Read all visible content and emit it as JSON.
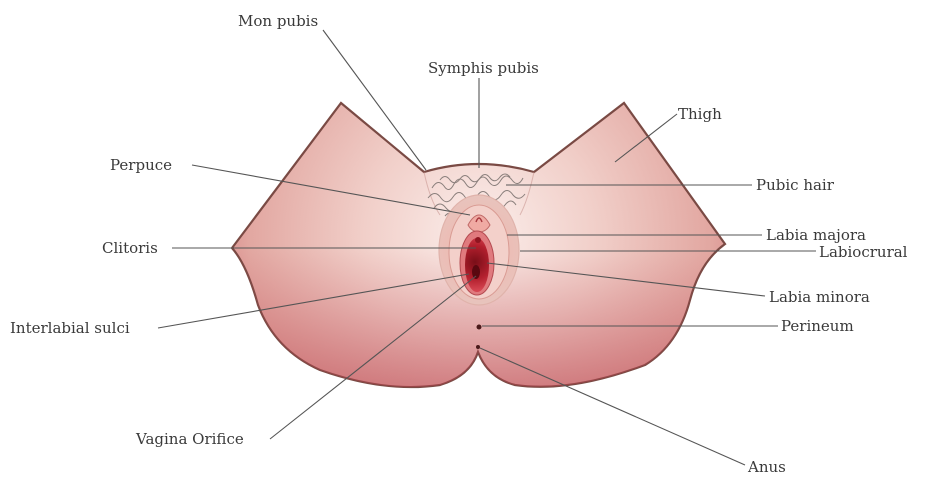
{
  "diagram": {
    "labels": {
      "mon_pubis": "Mon pubis",
      "symphis_pubis": "Symphis pubis",
      "thigh": "Thigh",
      "perpuce": "Perpuce",
      "pubic_hair": "Pubic hair",
      "clitoris": "Clitoris",
      "labia_majora": "Labia majora",
      "labiocrural": "Labiocrural",
      "labia_minora": "Labia minora",
      "interlabial_sulci": "Interlabial sulci",
      "perineum": "Perineum",
      "vagina_orifice": "Vagina Orifice",
      "anus": "Anus"
    },
    "colors": {
      "skin_light": "#f6e0dc",
      "skin_mid": "#e7b3ab",
      "skin_shadow": "#c0505a",
      "outline": "#7a4a44",
      "interior": "#b52230",
      "leader": "#555555",
      "text": "#3a3a3a"
    }
  }
}
